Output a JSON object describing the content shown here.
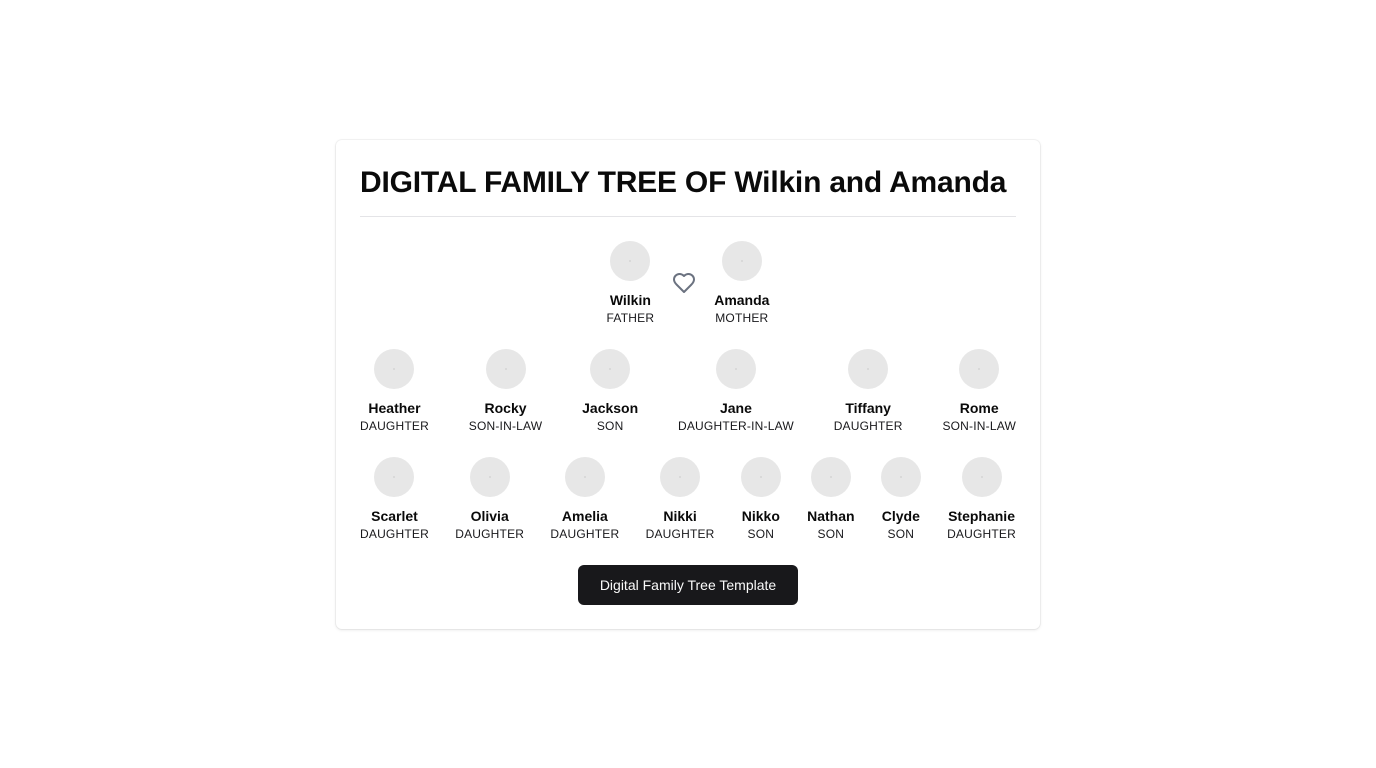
{
  "title": "DIGITAL FAMILY TREE OF Wilkin and Amanda",
  "parents": [
    {
      "name": "Wilkin",
      "role": "FATHER"
    },
    {
      "name": "Amanda",
      "role": "MOTHER"
    }
  ],
  "connector_icon": "heart-icon",
  "children": [
    {
      "name": "Heather",
      "role": "DAUGHTER"
    },
    {
      "name": "Rocky",
      "role": "SON-IN-LAW"
    },
    {
      "name": "Jackson",
      "role": "SON"
    },
    {
      "name": "Jane",
      "role": "DAUGHTER-IN-LAW"
    },
    {
      "name": "Tiffany",
      "role": "DAUGHTER"
    },
    {
      "name": "Rome",
      "role": "SON-IN-LAW"
    }
  ],
  "grandchildren": [
    {
      "name": "Scarlet",
      "role": "DAUGHTER"
    },
    {
      "name": "Olivia",
      "role": "DAUGHTER"
    },
    {
      "name": "Amelia",
      "role": "DAUGHTER"
    },
    {
      "name": "Nikki",
      "role": "DAUGHTER"
    },
    {
      "name": "Nikko",
      "role": "SON"
    },
    {
      "name": "Nathan",
      "role": "SON"
    },
    {
      "name": "Clyde",
      "role": "SON"
    },
    {
      "name": "Stephanie",
      "role": "DAUGHTER"
    }
  ],
  "button_label": "Digital Family Tree Template",
  "colors": {
    "button_bg": "#18181b",
    "avatar_bg": "#e7e7e7",
    "divider": "#e4e4e7",
    "heart_stroke": "#6b7280"
  }
}
